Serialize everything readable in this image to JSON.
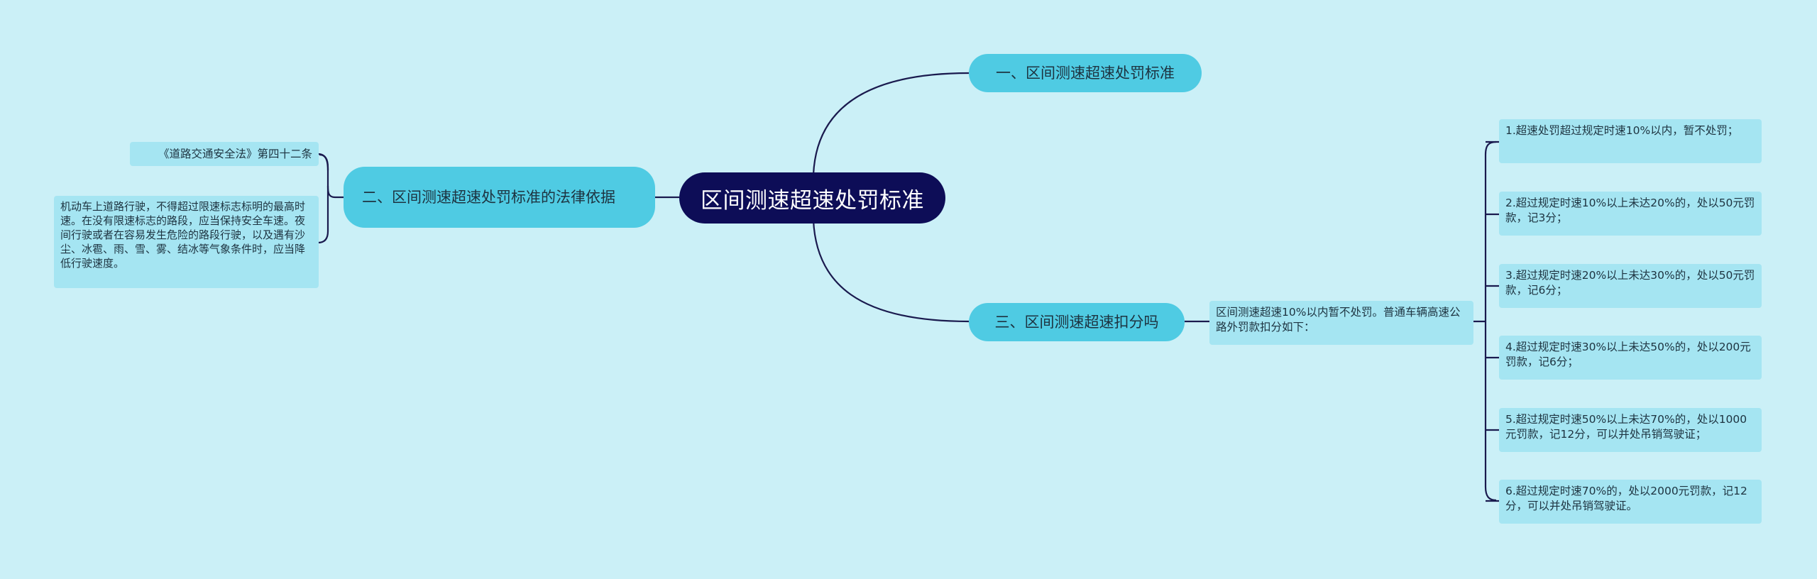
{
  "root": {
    "label": "区间测速超速处罚标准"
  },
  "branches": {
    "b1": {
      "label": "一、区间测速超速处罚标准"
    },
    "b2": {
      "label": "二、区间测速超速处罚标准的法律依据"
    },
    "b3": {
      "label": "三、区间测速超速扣分吗"
    }
  },
  "b2_children": [
    "《道路交通安全法》第四十二条",
    "机动车上道路行驶，不得超过限速标志标明的最高时速。在没有限速标志的路段，应当保持安全车速。夜间行驶或者在容易发生危险的路段行驶，以及遇有沙尘、冰雹、雨、雪、雾、结冰等气象条件时，应当降低行驶速度。"
  ],
  "b3_child": "区间测速超速10%以内暂不处罚。普通车辆高速公路外罚款扣分如下：",
  "b3_items": [
    "1.超速处罚超过规定时速10%以内，暂不处罚；",
    "2.超过规定时速10%以上未达20%的，处以50元罚款，记3分；",
    "3.超过规定时速20%以上未达30%的，处以50元罚款，记6分；",
    "4.超过规定时速30%以上未达50%的，处以200元罚款，记6分；",
    "5.超过规定时速50%以上未达70%的，处以1000元罚款，记12分，可以并处吊销驾驶证；",
    "6.超过规定时速70%的，处以2000元罚款，记12分，可以并处吊销驾驶证。"
  ],
  "colors": {
    "background": "#cbf0f7",
    "root": "#0d0d57",
    "branch": "#4fcbe3",
    "leaf": "#a5e5f2",
    "line": "#1a1a4e"
  }
}
